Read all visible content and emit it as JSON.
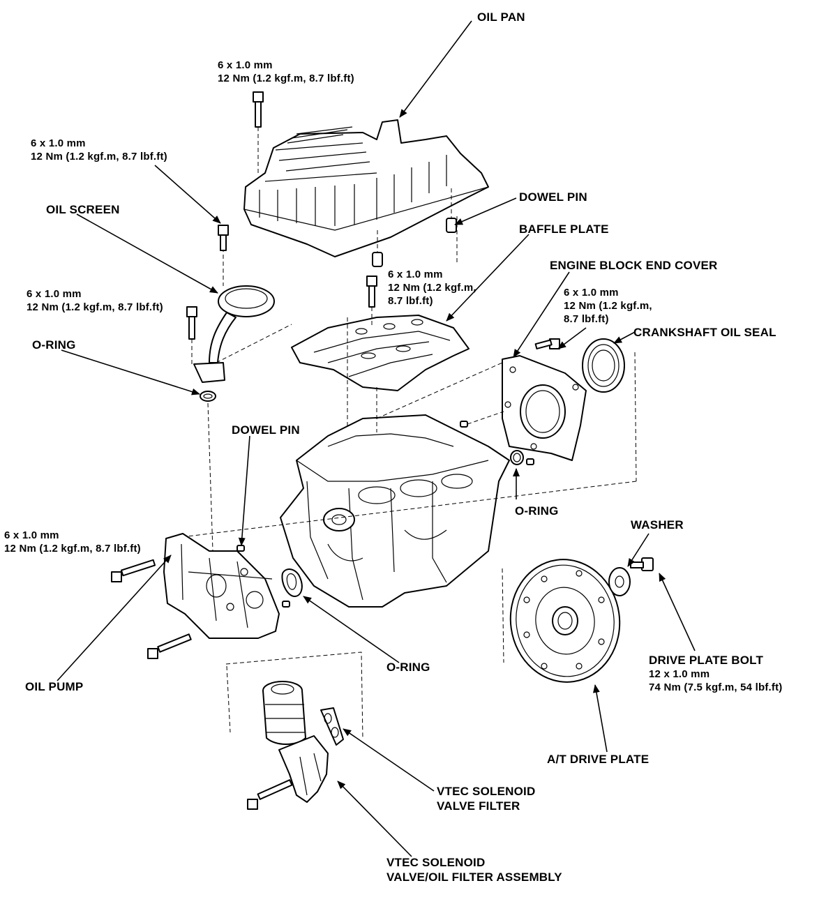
{
  "labels": {
    "oil_pan": "OIL PAN",
    "oil_pan_bolt": {
      "size": "6 x 1.0 mm",
      "torque": "12 Nm (1.2 kgf.m, 8.7 lbf.ft)"
    },
    "screen_bolt_upper": {
      "size": "6 x 1.0 mm",
      "torque": "12 Nm (1.2 kgf.m, 8.7 lbf.ft)"
    },
    "oil_screen": "OIL SCREEN",
    "screen_bolt_lower": {
      "size": "6 x 1.0 mm",
      "torque": "12 Nm (1.2 kgf.m, 8.7 lbf.ft)"
    },
    "o_ring_left": "O-RING",
    "dowel_pin_top": "DOWEL PIN",
    "baffle_plate": "BAFFLE PLATE",
    "baffle_bolt": {
      "size": "6 x 1.0 mm",
      "torque_line1": "12 Nm (1.2 kgf.m,",
      "torque_line2": "8.7 lbf.ft)"
    },
    "engine_block_end_cover": "ENGINE BLOCK END COVER",
    "end_cover_bolt": {
      "size": "6 x 1.0 mm",
      "torque_line1": "12 Nm (1.2  kgf.m,",
      "torque_line2": "8.7 lbf.ft)"
    },
    "crankshaft_oil_seal": "CRANKSHAFT OIL SEAL",
    "dowel_pin_mid": "DOWEL PIN",
    "o_ring_right": "O-RING",
    "pump_bolt": {
      "size": "6 x 1.0 mm",
      "torque": "12 Nm (1.2 kgf.m, 8.7 lbf.ft)"
    },
    "washer": "WASHER",
    "drive_plate_bolt": {
      "name": "DRIVE PLATE BOLT",
      "size": "12 x 1.0 mm",
      "torque": "74 Nm (7.5 kgf.m, 54 lbf.ft)"
    },
    "oil_pump": "OIL PUMP",
    "o_ring_bottom": "O-RING",
    "at_drive_plate": "A/T DRIVE PLATE",
    "vtec_filter": {
      "line1": "VTEC SOLENOID",
      "line2": "VALVE FILTER"
    },
    "vtec_assembly": {
      "line1": "VTEC SOLENOID",
      "line2": "VALVE/OIL FILTER ASSEMBLY"
    }
  },
  "colors": {
    "ink": "#000000",
    "paper": "#ffffff"
  }
}
